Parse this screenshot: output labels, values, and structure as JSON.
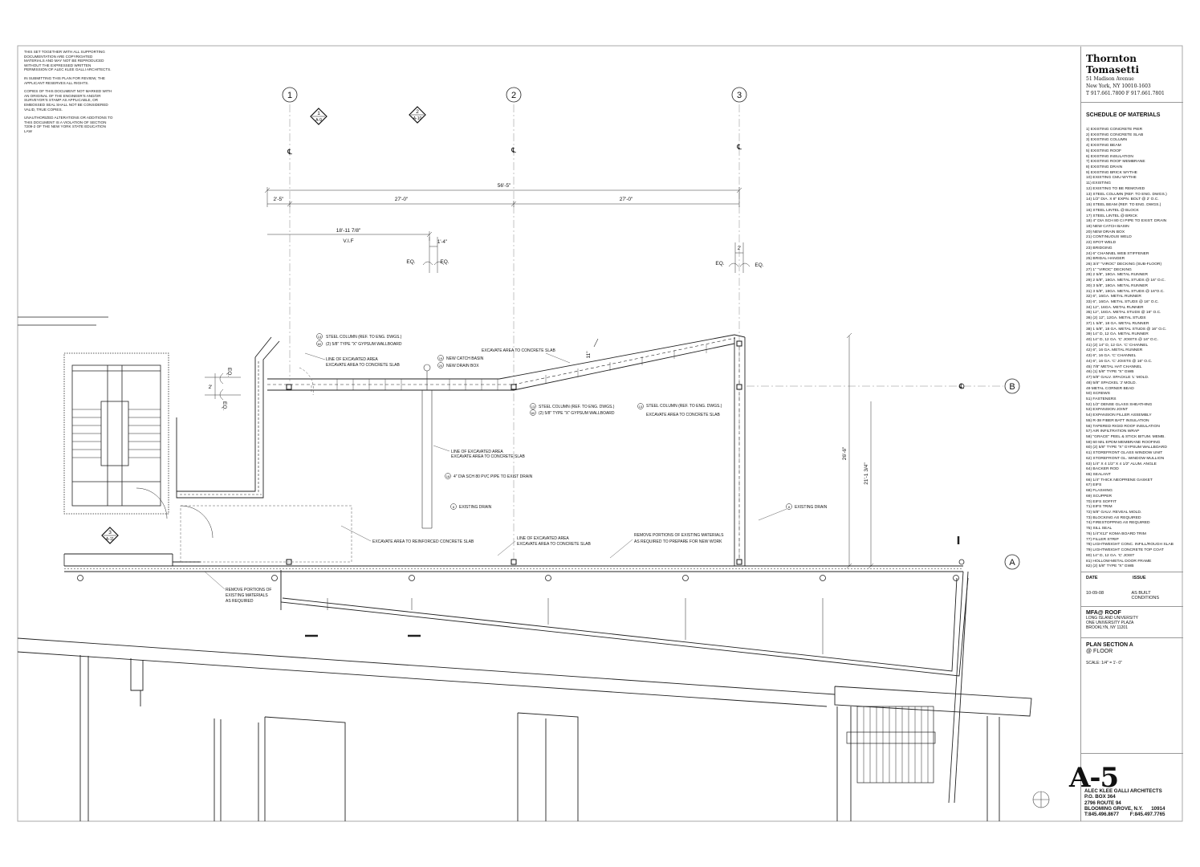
{
  "copyright_notes": [
    "THIS SET TOGETHER WITH ALL SUPPORTING DOCUMENTATION ARE COPYRIGHTED MATERIALS AND MAY NOT BE REPRODUCED WITHOUT THE EXPRESSED WRITTEN PERMISSION OF ALEC KLEE GALLI ARCHITECTS.",
    "IN SUBMITTING THIS PLAN FOR REVIEW, THE APPLICANT RESERVES ALL RIGHTS.",
    "COPIES OF THIS DOCUMENT NOT MARKED WITH AN ORIGINAL OF THE ENGINEER'S AND/OR SURVEYOR'S STAMP AS APPLICABLE, OR EMBOSSED SEAL SHALL NOT BE CONSIDERED VALID, TRUE COPIES.",
    "UNAUTHORIZED ALTERATIONS OR ADDITIONS TO THIS DOCUMENT IS A VIOLATION OF SECTION 7209-2 OF THE NEW YORK STATE EDUCATION LAW"
  ],
  "firm": {
    "name": "Thornton Tomasetti",
    "address1": "51 Madison Avenue",
    "address2": "New York, NY 10010-1603",
    "phone": "T 917.661.7800 F 917.661.7801"
  },
  "schedule": {
    "title": "SCHEDULE  OF MATERIALS",
    "items": [
      "1)   EXISTING CONCRETE PIER",
      "2)   EXISTING CONCRETE SLAB",
      "3)   EXISTING COLUMN",
      "4)   EXISTING  BEAM",
      "5)   EXISTING  ROOF",
      "6)   EXISTING INSULATION",
      "7)   EXISTING ROOF MEMBRANE",
      "8)   EXISTING DRAIN",
      "9)   EXISTING BRICK WYTHE",
      "10) EXISTING CMU WYTHE",
      "11) EXISTING",
      "12) EXISTING TO BE REMOVED",
      "13) STEEL COLUMN (REF. TO ENG. DWGS.)",
      "14) 1/2\" DIA. X 8\" EXPN. BOLT @ 2' O.C.",
      "15) STEEL BEAM (REF. TO ENG. DWGS.)",
      "16) STEEL LINTEL @ BLOCK",
      "17) STEEL LINTEL @ BRICK",
      "18) 4\" DIA SCH 80 CI PIPE TO EXIST. DRAIN",
      "19) NEW CATCH BASIN",
      "20) NEW DRAIN BOX",
      "21) CONTINUOUS WELD",
      "22) SPOT WELD",
      "23) BRIDGING",
      "24) 6\" CHANNEL WEB STIFFENER",
      "25) BRIDAL HANGER",
      "26) 3/4\" \"VIROC\" DECKING (SUB-FLOOR)",
      "27) 1\" \"VIROC\" DECKING",
      "28) 2 5/8\", 18GA. METAL RUNNER",
      "29) 2 5/8\", 18GA. METAL STUDS @ 16\" O.C.",
      "30) 3  5/8\", 18GA. METAL RUNNER",
      "31) 3  5/8\", 18GA. METAL STUDS @ 16\"O.C.",
      "32) 6\", 16GA. METAL RUNNER",
      "33) 6\", 16GA. METAL STUDS @ 16\" O.C.",
      "34) 12\", 16GA. METAL RUNNER",
      "35) 12\", 16GA. METAL STUDS @ 16\" O.C.",
      "36) (2) 12\", 12GA. METAL STUDS",
      "37) 1 5/8\", 18 GA. METAL RUNNER",
      "38) 1 5/8\", 18 GA. METAL STUDS @ 16\" O.C.",
      "39) 14\" D, 12 GA. METAL RUNNER",
      "40) 14\" D, 12 GA. 'C' JOISTS @ 16\" O.C.",
      "41) (2) 14\" D, 12 GA. 'C' CHANNEL",
      "42) 6\", 16 GA. METAL RUNNER",
      "43) 6\", 16 GA. 'C' CHANNEL",
      "44) 6\", 16 GA. 'C' JOISTS @ 16\" O.C.",
      "45) 7/8\" METAL HAT CHANNEL",
      "46) (1) 5/8\" TYPE \"X\" GWB",
      "47) 5/8\" GALV. SPACKLE 'L' MOLD.",
      "48) 5/8\" SPACKEL 'J' MOLD.",
      "49  METAL CORNER BEAD",
      "50) SCREWS",
      "51) FASTENERS",
      "52) 1/2\" DENSE GLASS SHEATHING",
      "53) EXPANSION JOINT",
      "54) EXPANSION FILLER ASSEMBLY",
      "55) R-38 FIBER BATT INSULATION",
      "56) TAPERED RIGID ROOF INSULATION",
      "57) AIR INFILTRATION WRAP",
      "58) \"GRACE\" PEEL & STICK BITUM. MEMB.",
      "59) 60 MIL EPDM MEMBRANE ROOFING",
      "60) (2) 5/8\" TYPE \"X\" GYPSUM WALLBOARD",
      "61) STOREFRONT GLASS WINDOW UNIT",
      "62) STOREFRONT GL. WINDOW MULLION",
      "63) 1/4\" X 4 1/2\" X 4 1/2\" ALUM. ANGLE",
      "64) BACKER ROD",
      "65) SEALANT",
      "66) 1/4\" THICK NEOPRENE GASKET",
      "67) EIFS",
      "68) FLASHING",
      "69) SCUPPER",
      "70) EIFS SOFFIT",
      "71) EIFS TRIM",
      "72) 5/8\" GALV. REVEAL MOLD.",
      "73) BLOCKING AS REQUIRED",
      "74) FIRESTOPPING AS REQUIRED",
      "75) SILL SEAL",
      "76) 1/4\"X12\" KOMA BOARD TRIM",
      "77) FILLER STRIP",
      "78) LIGHTWEIGHT CONC. INFILL/ROUGH SLAB",
      "79) LIGHTWEIGHT CONCRETE TOP COAT",
      "80) 14\" D, 12 GA. 'C' JOIST",
      "81) HOLLOW-METAL DOOR FRAME",
      "82) (2) 5/8\" TYPE \"X\" GWB"
    ]
  },
  "issue": {
    "date_header": "DATE",
    "issue_header": "ISSUE",
    "date": "10-09-08",
    "description": "AS BUILT CONDITIONS"
  },
  "project": {
    "title": "MFA@ ROOF",
    "line1": "LONG ISLAND UNIVERSITY",
    "line2": "ONE UNIVERSITY PLAZA",
    "line3": "BROOKLYN, NY 11201"
  },
  "sheet": {
    "title": "PLAN SECTION  A",
    "subtitle": "@ FLOOR",
    "scale": "SCALE:  1/4\" = 1'- 0\""
  },
  "architect": {
    "sheet_number": "A-5",
    "lines": [
      "ALEC KLEE GALLI ARCHITECTS",
      "P.O. BOX 364",
      "2796 ROUTE 94",
      "BLOOMING GROVE, N.Y.      10914",
      "T:845.496.8677        F:845.497.7765"
    ]
  },
  "drawing": {
    "grid_labels": [
      "1",
      "2",
      "3",
      "A",
      "B"
    ],
    "centerline_mark": "℄",
    "section_markers": [
      {
        "number": "1",
        "sheet": "A-9"
      },
      {
        "number": "2",
        "sheet": "A-10"
      },
      {
        "number": "3",
        "sheet": "A-11"
      }
    ],
    "dimensions": {
      "overall": "56'-5\"",
      "left": "2'-5\"",
      "bay1": "27'-0\"",
      "bay2": "27'-0\"",
      "span": "18'-11 7/8\"",
      "vif": "V.I.F",
      "small1": "1'-4\"",
      "small2": "2'",
      "eq": "EQ.",
      "vertical_total": "26'-6\"",
      "vertical_inner": "21'-1 3/4\"",
      "slope": "11\"",
      "two": "2'",
      "a_left": "3"
    },
    "annotations": {
      "col1_a": "STEEL COLUMN (REF. TO ENG. DWGS.)",
      "col1_b": "(2) 5/8\" TYPE \"X\" GYPSUM WALLBOARD",
      "excav_line_a": "LINE OF EXCAVATED AREA",
      "excav_line_b": "EXCAVATE AREA TO CONCRETE SLAB",
      "catch_basin": "NEW CATCH BASIN",
      "drain_box": "NEW DRAIN BOX",
      "excav_slab": "EXCAVATE AREA TO CONCRETE SLAB",
      "col2_a": "STEEL COLUMN (REF. TO ENG. DWGS.)",
      "col2_b": "(2) 5/8\" TYPE \"X\" GYPSUM WALLBOARD",
      "col3_a": "STEEL COLUMN (REF. TO ENG. DWGS.)",
      "col3_b": "EXCAVATE AREA TO CONCRETE SLAB",
      "mid_line_a": "LINE OF EXCAVATED AREA",
      "mid_line_b": "EXCAVATE AREA TO CONCRETE SLAB",
      "pipe": "4\" DIA SCH 80 PVC PIPE TO EXIST DRAIN",
      "exist_drain": "EXISTING DRAIN",
      "exist_drain_right": "EXISTING DRAIN",
      "reinforced": "EXCAVATE AREA TO REINFORCED CONCRETE SLAB",
      "bottom_line_a": "LINE OF EXCAVATED AREA",
      "bottom_line_b": "EXCAVATE AREA TO CONCRETE SLAB",
      "remove_a": "REMOVE PORTIONS OF EXISTING MATERIALS",
      "remove_b": "AS REQUIRED TO PREPARE FOR NEW WORK",
      "remove_left_a": "REMOVE PORTIONS OF",
      "remove_left_b": "EXISTING MATERIALS",
      "remove_left_c": "AS REQUIRED"
    },
    "tags": {
      "t13": "13",
      "t60": "60",
      "t19": "19",
      "t20": "20",
      "t18": "18",
      "t8": "8"
    }
  }
}
